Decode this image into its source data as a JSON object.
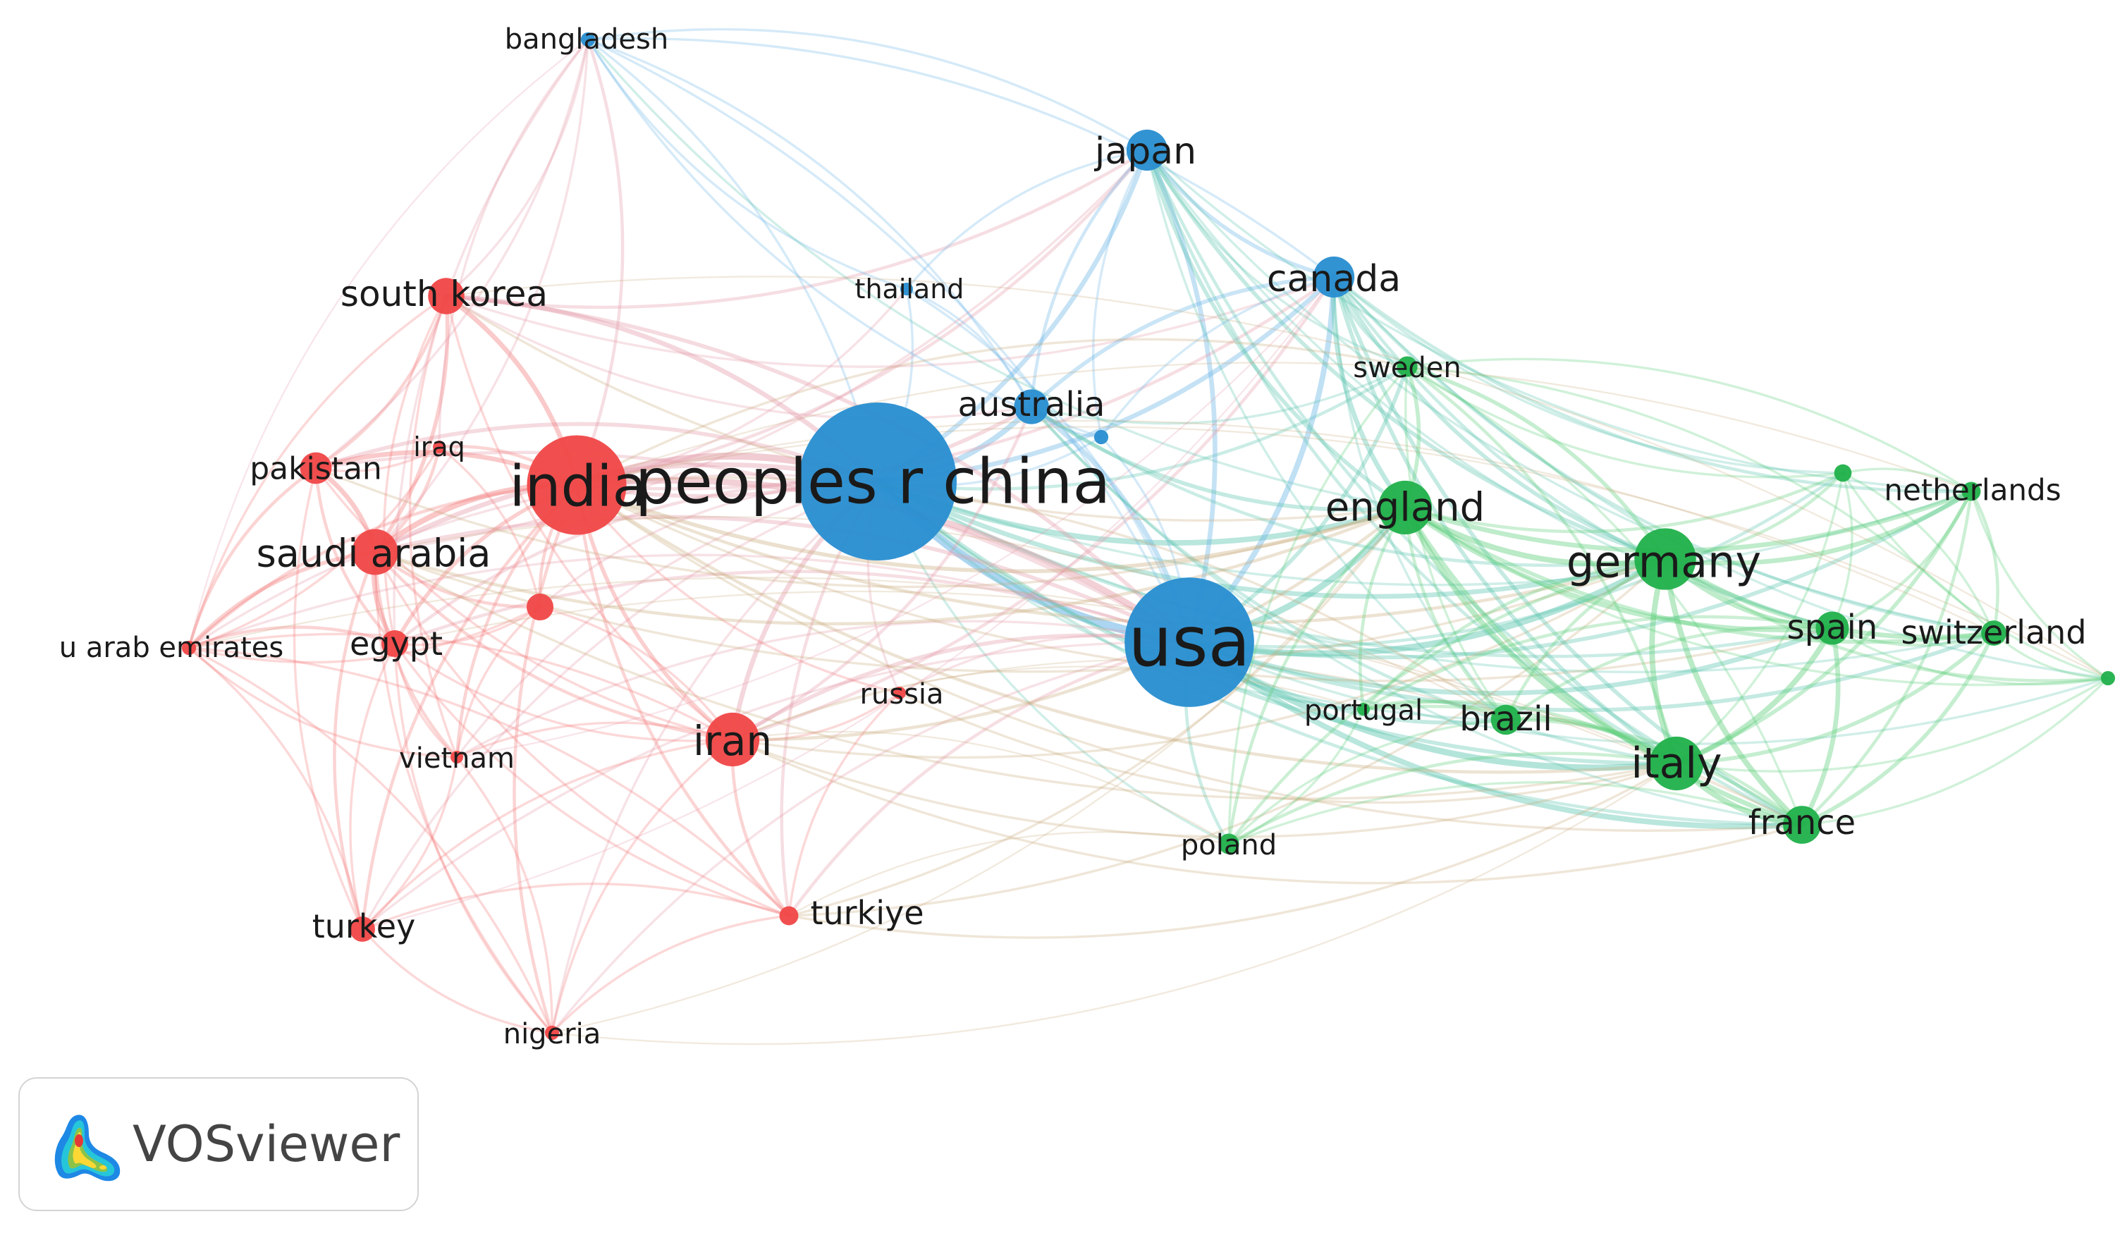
{
  "app": {
    "name": "VOSviewer"
  },
  "clusters": {
    "red": "#f04848",
    "green": "#22b14c",
    "blue": "#2a8fd0"
  },
  "edge_colors": {
    "red": "#f37a7a",
    "green": "#5ecf7c",
    "blue": "#6db6e6",
    "mixed": "#c8a878"
  },
  "nodes": [
    {
      "id": "peoples-r-china",
      "label": "peoples r china",
      "cluster": "blue",
      "weight": 10
    },
    {
      "id": "usa",
      "label": "usa",
      "cluster": "blue",
      "weight": 8.2
    },
    {
      "id": "india",
      "label": "india",
      "cluster": "red",
      "weight": 6.3
    },
    {
      "id": "japan",
      "label": "japan",
      "cluster": "blue",
      "weight": 2.6
    },
    {
      "id": "canada",
      "label": "canada",
      "cluster": "blue",
      "weight": 2.6
    },
    {
      "id": "australia",
      "label": "australia",
      "cluster": "blue",
      "weight": 2.2
    },
    {
      "id": "bangladesh",
      "label": "bangladesh",
      "cluster": "blue",
      "weight": 0.9
    },
    {
      "id": "thailand",
      "label": "thailand",
      "cluster": "blue",
      "weight": 0.6
    },
    {
      "id": "blue-unlabeled",
      "label": "",
      "cluster": "blue",
      "weight": 0.9
    },
    {
      "id": "south-korea",
      "label": "south korea",
      "cluster": "red",
      "weight": 2.3
    },
    {
      "id": "pakistan",
      "label": "pakistan",
      "cluster": "red",
      "weight": 2.0
    },
    {
      "id": "iraq",
      "label": "iraq",
      "cluster": "red",
      "weight": 0.6
    },
    {
      "id": "saudi-arabia",
      "label": "saudi arabia",
      "cluster": "red",
      "weight": 2.9
    },
    {
      "id": "red-unlabeled",
      "label": "",
      "cluster": "red",
      "weight": 1.7
    },
    {
      "id": "u-arab-emirates",
      "label": "u arab emirates",
      "cluster": "red",
      "weight": 0.9
    },
    {
      "id": "egypt",
      "label": "egypt",
      "cluster": "red",
      "weight": 1.7
    },
    {
      "id": "vietnam",
      "label": "vietnam",
      "cluster": "red",
      "weight": 0.6
    },
    {
      "id": "iran",
      "label": "iran",
      "cluster": "red",
      "weight": 3.4
    },
    {
      "id": "russia",
      "label": "russia",
      "cluster": "red",
      "weight": 0.6
    },
    {
      "id": "turkey",
      "label": "turkey",
      "cluster": "red",
      "weight": 1.6
    },
    {
      "id": "turkiye",
      "label": "turkiye",
      "cluster": "red",
      "weight": 1.2
    },
    {
      "id": "nigeria",
      "label": "nigeria",
      "cluster": "red",
      "weight": 0.9
    },
    {
      "id": "sweden",
      "label": "sweden",
      "cluster": "green",
      "weight": 1.3
    },
    {
      "id": "england",
      "label": "england",
      "cluster": "green",
      "weight": 3.4
    },
    {
      "id": "germany",
      "label": "germany",
      "cluster": "green",
      "weight": 3.9
    },
    {
      "id": "netherlands",
      "label": "netherlands",
      "cluster": "green",
      "weight": 1.2
    },
    {
      "id": "green-unlabeled-1",
      "label": "",
      "cluster": "green",
      "weight": 1.1
    },
    {
      "id": "spain",
      "label": "spain",
      "cluster": "green",
      "weight": 2.1
    },
    {
      "id": "switzerland",
      "label": "switzerland",
      "cluster": "green",
      "weight": 1.6
    },
    {
      "id": "green-unlabeled-2",
      "label": "",
      "cluster": "green",
      "weight": 0.9
    },
    {
      "id": "portugal",
      "label": "portugal",
      "cluster": "green",
      "weight": 0.7
    },
    {
      "id": "brazil",
      "label": "brazil",
      "cluster": "green",
      "weight": 1.9
    },
    {
      "id": "italy",
      "label": "italy",
      "cluster": "green",
      "weight": 3.4
    },
    {
      "id": "france",
      "label": "france",
      "cluster": "green",
      "weight": 2.4
    },
    {
      "id": "poland",
      "label": "poland",
      "cluster": "green",
      "weight": 1.3
    }
  ],
  "links": [
    [
      "peoples-r-china",
      "usa",
      10
    ],
    [
      "peoples-r-china",
      "india",
      8
    ],
    [
      "peoples-r-china",
      "australia",
      6
    ],
    [
      "peoples-r-china",
      "japan",
      5
    ],
    [
      "peoples-r-china",
      "canada",
      5
    ],
    [
      "peoples-r-china",
      "england",
      6
    ],
    [
      "peoples-r-china",
      "germany",
      5
    ],
    [
      "peoples-r-china",
      "italy",
      4
    ],
    [
      "peoples-r-china",
      "iran",
      5
    ],
    [
      "peoples-r-china",
      "saudi-arabia",
      5
    ],
    [
      "peoples-r-china",
      "south-korea",
      5
    ],
    [
      "peoples-r-china",
      "pakistan",
      4
    ],
    [
      "peoples-r-china",
      "bangladesh",
      2
    ],
    [
      "peoples-r-china",
      "egypt",
      3
    ],
    [
      "peoples-r-china",
      "france",
      3
    ],
    [
      "peoples-r-china",
      "spain",
      3
    ],
    [
      "peoples-r-china",
      "sweden",
      3
    ],
    [
      "peoples-r-china",
      "brazil",
      2
    ],
    [
      "peoples-r-china",
      "turkiye",
      3
    ],
    [
      "peoples-r-china",
      "netherlands",
      2
    ],
    [
      "peoples-r-china",
      "switzerland",
      2
    ],
    [
      "peoples-r-china",
      "poland",
      2
    ],
    [
      "peoples-r-china",
      "russia",
      2
    ],
    [
      "peoples-r-china",
      "thailand",
      2
    ],
    [
      "peoples-r-china",
      "u-arab-emirates",
      2
    ],
    [
      "peoples-r-china",
      "vietnam",
      2
    ],
    [
      "peoples-r-china",
      "nigeria",
      2
    ],
    [
      "peoples-r-china",
      "turkey",
      2
    ],
    [
      "peoples-r-china",
      "blue-unlabeled",
      2
    ],
    [
      "peoples-r-china",
      "red-unlabeled",
      2
    ],
    [
      "peoples-r-china",
      "portugal",
      2
    ],
    [
      "usa",
      "india",
      7
    ],
    [
      "usa",
      "canada",
      6
    ],
    [
      "usa",
      "japan",
      5
    ],
    [
      "usa",
      "australia",
      5
    ],
    [
      "usa",
      "england",
      7
    ],
    [
      "usa",
      "germany",
      7
    ],
    [
      "usa",
      "italy",
      7
    ],
    [
      "usa",
      "france",
      6
    ],
    [
      "usa",
      "spain",
      5
    ],
    [
      "usa",
      "switzerland",
      4
    ],
    [
      "usa",
      "netherlands",
      4
    ],
    [
      "usa",
      "brazil",
      4
    ],
    [
      "usa",
      "sweden",
      4
    ],
    [
      "usa",
      "poland",
      3
    ],
    [
      "usa",
      "portugal",
      3
    ],
    [
      "usa",
      "iran",
      4
    ],
    [
      "usa",
      "south-korea",
      4
    ],
    [
      "usa",
      "saudi-arabia",
      4
    ],
    [
      "usa",
      "pakistan",
      3
    ],
    [
      "usa",
      "egypt",
      3
    ],
    [
      "usa",
      "turkiye",
      3
    ],
    [
      "usa",
      "turkey",
      2
    ],
    [
      "usa",
      "bangladesh",
      2
    ],
    [
      "usa",
      "green-unlabeled-1",
      3
    ],
    [
      "usa",
      "green-unlabeled-2",
      2
    ],
    [
      "usa",
      "blue-unlabeled",
      2
    ],
    [
      "usa",
      "russia",
      2
    ],
    [
      "usa",
      "nigeria",
      2
    ],
    [
      "usa",
      "u-arab-emirates",
      2
    ],
    [
      "usa",
      "vietnam",
      2
    ],
    [
      "usa",
      "thailand",
      2
    ],
    [
      "india",
      "saudi-arabia",
      6
    ],
    [
      "india",
      "south-korea",
      5
    ],
    [
      "india",
      "pakistan",
      5
    ],
    [
      "india",
      "egypt",
      4
    ],
    [
      "india",
      "iran",
      4
    ],
    [
      "india",
      "u-arab-emirates",
      3
    ],
    [
      "india",
      "iraq",
      3
    ],
    [
      "india",
      "vietnam",
      3
    ],
    [
      "india",
      "turkey",
      3
    ],
    [
      "india",
      "turkiye",
      3
    ],
    [
      "india",
      "nigeria",
      3
    ],
    [
      "india",
      "red-unlabeled",
      3
    ],
    [
      "india",
      "russia",
      2
    ],
    [
      "india",
      "australia",
      4
    ],
    [
      "india",
      "japan",
      3
    ],
    [
      "india",
      "canada",
      3
    ],
    [
      "india",
      "england",
      4
    ],
    [
      "india",
      "germany",
      3
    ],
    [
      "india",
      "italy",
      3
    ],
    [
      "india",
      "bangladesh",
      3
    ],
    [
      "india",
      "thailand",
      2
    ],
    [
      "india",
      "france",
      2
    ],
    [
      "india",
      "spain",
      2
    ],
    [
      "saudi-arabia",
      "pakistan",
      5
    ],
    [
      "saudi-arabia",
      "egypt",
      5
    ],
    [
      "saudi-arabia",
      "u-arab-emirates",
      4
    ],
    [
      "saudi-arabia",
      "south-korea",
      4
    ],
    [
      "saudi-arabia",
      "iran",
      3
    ],
    [
      "saudi-arabia",
      "iraq",
      3
    ],
    [
      "saudi-arabia",
      "red-unlabeled",
      3
    ],
    [
      "saudi-arabia",
      "vietnam",
      3
    ],
    [
      "saudi-arabia",
      "turkey",
      3
    ],
    [
      "saudi-arabia",
      "nigeria",
      2
    ],
    [
      "saudi-arabia",
      "turkiye",
      2
    ],
    [
      "saudi-arabia",
      "england",
      3
    ],
    [
      "saudi-arabia",
      "italy",
      2
    ],
    [
      "saudi-arabia",
      "germany",
      2
    ],
    [
      "saudi-arabia",
      "japan",
      2
    ],
    [
      "saudi-arabia",
      "bangladesh",
      2
    ],
    [
      "pakistan",
      "egypt",
      3
    ],
    [
      "pakistan",
      "south-korea",
      3
    ],
    [
      "pakistan",
      "u-arab-emirates",
      3
    ],
    [
      "pakistan",
      "iraq",
      2
    ],
    [
      "pakistan",
      "iran",
      2
    ],
    [
      "pakistan",
      "turkey",
      2
    ],
    [
      "pakistan",
      "bangladesh",
      2
    ],
    [
      "pakistan",
      "england",
      2
    ],
    [
      "south-korea",
      "iran",
      2
    ],
    [
      "south-korea",
      "egypt",
      2
    ],
    [
      "south-korea",
      "vietnam",
      2
    ],
    [
      "south-korea",
      "japan",
      3
    ],
    [
      "south-korea",
      "canada",
      2
    ],
    [
      "south-korea",
      "bangladesh",
      2
    ],
    [
      "south-korea",
      "u-arab-emirates",
      2
    ],
    [
      "south-korea",
      "england",
      2
    ],
    [
      "south-korea",
      "australia",
      2
    ],
    [
      "egypt",
      "u-arab-emirates",
      3
    ],
    [
      "egypt",
      "iran",
      2
    ],
    [
      "egypt",
      "red-unlabeled",
      2
    ],
    [
      "egypt",
      "vietnam",
      2
    ],
    [
      "egypt",
      "turkey",
      2
    ],
    [
      "egypt",
      "nigeria",
      2
    ],
    [
      "egypt",
      "turkiye",
      2
    ],
    [
      "iran",
      "turkiye",
      3
    ],
    [
      "iran",
      "turkey",
      2
    ],
    [
      "iran",
      "russia",
      2
    ],
    [
      "iran",
      "red-unlabeled",
      2
    ],
    [
      "iran",
      "vietnam",
      2
    ],
    [
      "iran",
      "nigeria",
      2
    ],
    [
      "iran",
      "canada",
      3
    ],
    [
      "iran",
      "australia",
      3
    ],
    [
      "iran",
      "england",
      3
    ],
    [
      "iran",
      "italy",
      2
    ],
    [
      "iran",
      "germany",
      2
    ],
    [
      "iran",
      "france",
      2
    ],
    [
      "iran",
      "u-arab-emirates",
      2
    ],
    [
      "turkiye",
      "nigeria",
      2
    ],
    [
      "turkiye",
      "turkey",
      2
    ],
    [
      "turkiye",
      "italy",
      2
    ],
    [
      "turkiye",
      "england",
      2
    ],
    [
      "turkiye",
      "germany",
      2
    ],
    [
      "turkiye",
      "u-arab-emirates",
      2
    ],
    [
      "turkey",
      "nigeria",
      2
    ],
    [
      "turkey",
      "u-arab-emirates",
      2
    ],
    [
      "turkey",
      "vietnam",
      2
    ],
    [
      "nigeria",
      "u-arab-emirates",
      2
    ],
    [
      "nigeria",
      "vietnam",
      2
    ],
    [
      "u-arab-emirates",
      "iraq",
      2
    ],
    [
      "u-arab-emirates",
      "red-unlabeled",
      2
    ],
    [
      "u-arab-emirates",
      "vietnam",
      2
    ],
    [
      "red-unlabeled",
      "vietnam",
      2
    ],
    [
      "red-unlabeled",
      "iraq",
      2
    ],
    [
      "russia",
      "turkiye",
      2
    ],
    [
      "russia",
      "italy",
      2
    ],
    [
      "japan",
      "canada",
      4
    ],
    [
      "japan",
      "australia",
      3
    ],
    [
      "japan",
      "england",
      4
    ],
    [
      "japan",
      "germany",
      4
    ],
    [
      "japan",
      "italy",
      3
    ],
    [
      "japan",
      "france",
      3
    ],
    [
      "japan",
      "switzerland",
      2
    ],
    [
      "japan",
      "netherlands",
      2
    ],
    [
      "japan",
      "spain",
      2
    ],
    [
      "japan",
      "sweden",
      2
    ],
    [
      "japan",
      "bangladesh",
      2
    ],
    [
      "japan",
      "thailand",
      2
    ],
    [
      "japan",
      "blue-unlabeled",
      2
    ],
    [
      "japan",
      "brazil",
      2
    ],
    [
      "canada",
      "australia",
      4
    ],
    [
      "canada",
      "england",
      5
    ],
    [
      "canada",
      "germany",
      4
    ],
    [
      "canada",
      "italy",
      4
    ],
    [
      "canada",
      "france",
      4
    ],
    [
      "canada",
      "sweden",
      3
    ],
    [
      "canada",
      "spain",
      3
    ],
    [
      "canada",
      "netherlands",
      3
    ],
    [
      "canada",
      "switzerland",
      3
    ],
    [
      "canada",
      "brazil",
      2
    ],
    [
      "canada",
      "blue-unlabeled",
      2
    ],
    [
      "canada",
      "green-unlabeled-1",
      2
    ],
    [
      "canada",
      "green-unlabeled-2",
      2
    ],
    [
      "canada",
      "bangladesh",
      2
    ],
    [
      "australia",
      "england",
      4
    ],
    [
      "australia",
      "germany",
      3
    ],
    [
      "australia",
      "italy",
      3
    ],
    [
      "australia",
      "sweden",
      2
    ],
    [
      "australia",
      "blue-unlabeled",
      2
    ],
    [
      "australia",
      "bangladesh",
      2
    ],
    [
      "australia",
      "thailand",
      2
    ],
    [
      "australia",
      "france",
      2
    ],
    [
      "bangladesh",
      "thailand",
      2
    ],
    [
      "bangladesh",
      "blue-unlabeled",
      2
    ],
    [
      "bangladesh",
      "egypt",
      2
    ],
    [
      "bangladesh",
      "u-arab-emirates",
      1
    ],
    [
      "bangladesh",
      "england",
      2
    ],
    [
      "bangladesh",
      "iraq",
      2
    ],
    [
      "england",
      "germany",
      6
    ],
    [
      "england",
      "italy",
      6
    ],
    [
      "england",
      "france",
      5
    ],
    [
      "england",
      "spain",
      5
    ],
    [
      "england",
      "netherlands",
      5
    ],
    [
      "england",
      "switzerland",
      4
    ],
    [
      "england",
      "sweden",
      4
    ],
    [
      "england",
      "brazil",
      3
    ],
    [
      "england",
      "poland",
      3
    ],
    [
      "england",
      "portugal",
      3
    ],
    [
      "england",
      "green-unlabeled-1",
      3
    ],
    [
      "england",
      "green-unlabeled-2",
      2
    ],
    [
      "germany",
      "italy",
      6
    ],
    [
      "germany",
      "france",
      6
    ],
    [
      "germany",
      "spain",
      5
    ],
    [
      "germany",
      "netherlands",
      5
    ],
    [
      "germany",
      "switzerland",
      5
    ],
    [
      "germany",
      "sweden",
      4
    ],
    [
      "germany",
      "brazil",
      3
    ],
    [
      "germany",
      "poland",
      3
    ],
    [
      "germany",
      "portugal",
      3
    ],
    [
      "germany",
      "green-unlabeled-1",
      3
    ],
    [
      "germany",
      "green-unlabeled-2",
      3
    ],
    [
      "italy",
      "france",
      6
    ],
    [
      "italy",
      "spain",
      6
    ],
    [
      "italy",
      "switzerland",
      4
    ],
    [
      "italy",
      "netherlands",
      4
    ],
    [
      "italy",
      "brazil",
      4
    ],
    [
      "italy",
      "poland",
      3
    ],
    [
      "italy",
      "portugal",
      3
    ],
    [
      "italy",
      "sweden",
      3
    ],
    [
      "italy",
      "green-unlabeled-1",
      2
    ],
    [
      "italy",
      "green-unlabeled-2",
      2
    ],
    [
      "france",
      "spain",
      5
    ],
    [
      "france",
      "switzerland",
      4
    ],
    [
      "france",
      "netherlands",
      3
    ],
    [
      "france",
      "brazil",
      3
    ],
    [
      "france",
      "poland",
      2
    ],
    [
      "france",
      "portugal",
      3
    ],
    [
      "france",
      "green-unlabeled-2",
      2
    ],
    [
      "france",
      "sweden",
      2
    ],
    [
      "spain",
      "switzerland",
      3
    ],
    [
      "spain",
      "netherlands",
      3
    ],
    [
      "spain",
      "portugal",
      3
    ],
    [
      "spain",
      "brazil",
      3
    ],
    [
      "spain",
      "green-unlabeled-1",
      2
    ],
    [
      "spain",
      "green-unlabeled-2",
      2
    ],
    [
      "switzerland",
      "netherlands",
      3
    ],
    [
      "switzerland",
      "green-unlabeled-2",
      2
    ],
    [
      "switzerland",
      "green-unlabeled-1",
      2
    ],
    [
      "switzerland",
      "sweden",
      2
    ],
    [
      "netherlands",
      "green-unlabeled-1",
      2
    ],
    [
      "netherlands",
      "green-unlabeled-2",
      2
    ],
    [
      "netherlands",
      "sweden",
      2
    ],
    [
      "sweden",
      "brazil",
      2
    ],
    [
      "sweden",
      "poland",
      2
    ],
    [
      "sweden",
      "green-unlabeled-1",
      2
    ],
    [
      "brazil",
      "portugal",
      3
    ],
    [
      "brazil",
      "poland",
      2
    ],
    [
      "poland",
      "portugal",
      2
    ],
    [
      "green-unlabeled-1",
      "green-unlabeled-2",
      2
    ],
    [
      "portugal",
      "iran",
      1
    ],
    [
      "poland",
      "iran",
      1
    ],
    [
      "poland",
      "turkiye",
      1
    ],
    [
      "brazil",
      "iran",
      1
    ],
    [
      "brazil",
      "india",
      2
    ],
    [
      "brazil",
      "saudi-arabia",
      1
    ],
    [
      "france",
      "egypt",
      1
    ],
    [
      "france",
      "u-arab-emirates",
      1
    ],
    [
      "switzerland",
      "india",
      1
    ],
    [
      "netherlands",
      "india",
      1
    ],
    [
      "green-unlabeled-2",
      "india",
      1
    ],
    [
      "green-unlabeled-2",
      "south-korea",
      1
    ],
    [
      "sweden",
      "india",
      2
    ],
    [
      "nigeria",
      "italy",
      1
    ],
    [
      "nigeria",
      "england",
      1
    ],
    [
      "vietnam",
      "canada",
      1
    ],
    [
      "turkey",
      "canada",
      1
    ]
  ]
}
